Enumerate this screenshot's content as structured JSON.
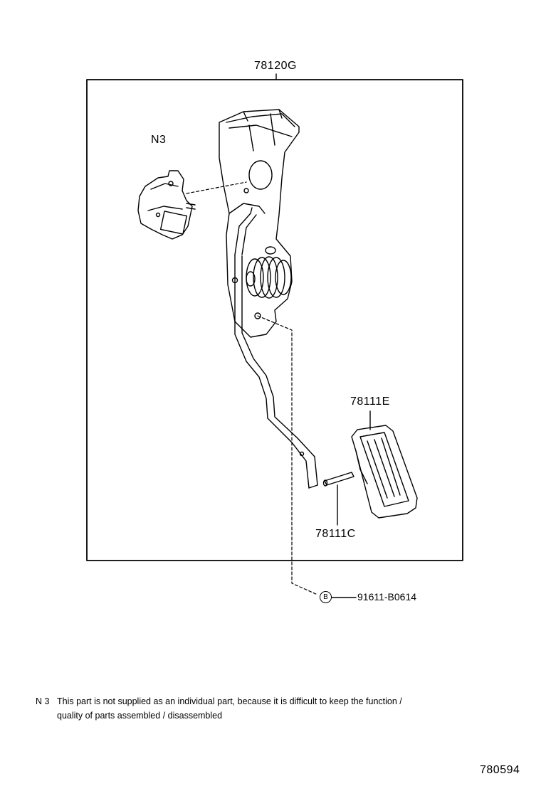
{
  "labels": {
    "assembly": "78120G",
    "sensor": "N3",
    "pad": "78111E",
    "pin": "78111C",
    "bolt_part": "91611-B0614",
    "bolt_symbol": "B"
  },
  "note": {
    "code": "N 3",
    "line1": "This part is not supplied as an individual part, because it is difficult to keep the function /",
    "line2": "quality of parts assembled / disassembled"
  },
  "figure_number": "780594"
}
